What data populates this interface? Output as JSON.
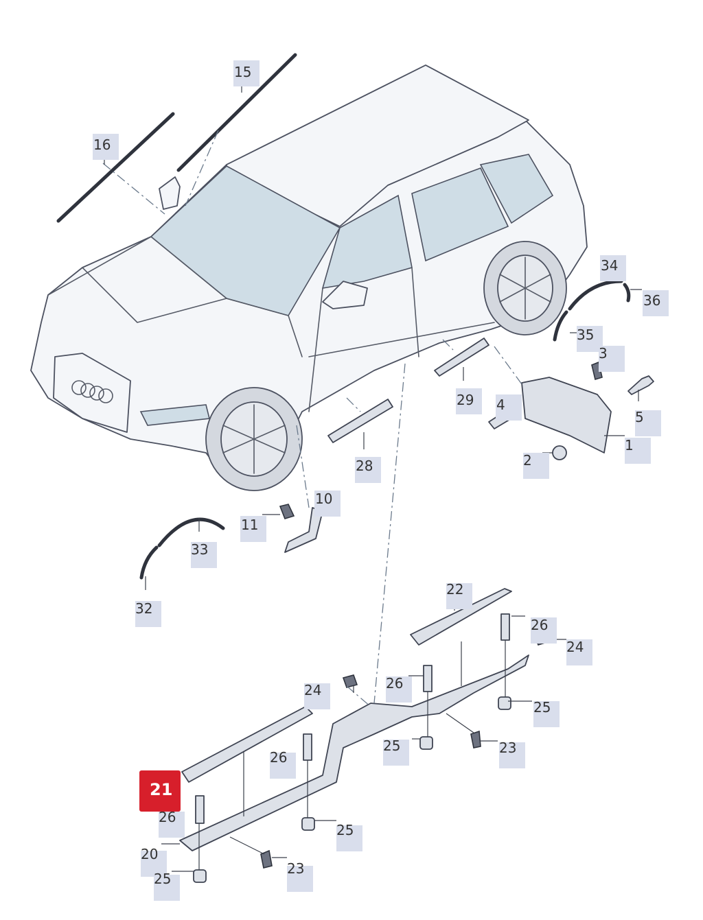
{
  "highlight": {
    "label": "21"
  },
  "callouts": [
    {
      "id": "c16",
      "label": "16"
    },
    {
      "id": "c15",
      "label": "15"
    },
    {
      "id": "c34",
      "label": "34"
    },
    {
      "id": "c36",
      "label": "36"
    },
    {
      "id": "c35",
      "label": "35"
    },
    {
      "id": "c3",
      "label": "3"
    },
    {
      "id": "c29",
      "label": "29"
    },
    {
      "id": "c4",
      "label": "4"
    },
    {
      "id": "c5",
      "label": "5"
    },
    {
      "id": "c1",
      "label": "1"
    },
    {
      "id": "c2",
      "label": "2"
    },
    {
      "id": "c28",
      "label": "28"
    },
    {
      "id": "c10",
      "label": "10"
    },
    {
      "id": "c11",
      "label": "11"
    },
    {
      "id": "c33",
      "label": "33"
    },
    {
      "id": "c32",
      "label": "32"
    },
    {
      "id": "c22",
      "label": "22"
    },
    {
      "id": "c26a",
      "label": "26"
    },
    {
      "id": "c24a",
      "label": "24"
    },
    {
      "id": "c24b",
      "label": "24"
    },
    {
      "id": "c26b",
      "label": "26"
    },
    {
      "id": "c25a",
      "label": "25"
    },
    {
      "id": "c25b",
      "label": "25"
    },
    {
      "id": "c23a",
      "label": "23"
    },
    {
      "id": "c26c",
      "label": "26"
    },
    {
      "id": "c26d",
      "label": "26"
    },
    {
      "id": "c25c",
      "label": "25"
    },
    {
      "id": "c20",
      "label": "20"
    },
    {
      "id": "c23b",
      "label": "23"
    },
    {
      "id": "c25d",
      "label": "25"
    }
  ]
}
